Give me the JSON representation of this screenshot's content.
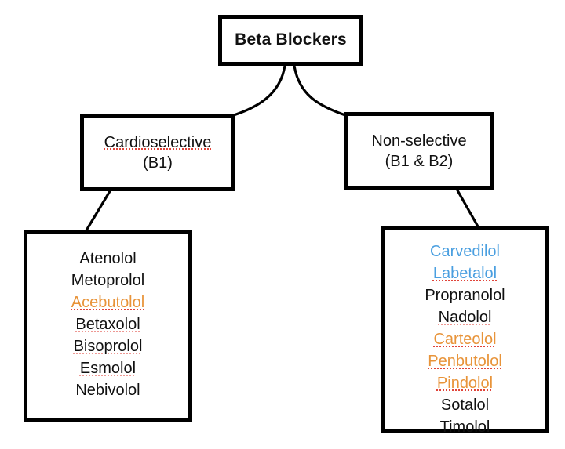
{
  "diagram": {
    "type": "hierarchy-tree",
    "background_color": "#ffffff",
    "box_border_color": "#000000",
    "connector_color": "#000000",
    "colors": {
      "default_text": "#111111",
      "orange_text": "#e8943a",
      "blue_text": "#4a9fe0",
      "spellcheck_underline": "#e0443a"
    },
    "root": {
      "label": "Beta Blockers"
    },
    "branches": [
      {
        "id": "cardioselective",
        "line_main": "Cardioselective",
        "line_sub": "(B1)",
        "main_misspelled": true,
        "drugs": [
          {
            "name": "Atenolol",
            "color": "default",
            "misspelled": false
          },
          {
            "name": "Metoprolol",
            "color": "default",
            "misspelled": false
          },
          {
            "name": "Acebutolol",
            "color": "orange",
            "misspelled": true
          },
          {
            "name": "Betaxolol",
            "color": "default",
            "misspelled": true
          },
          {
            "name": "Bisoprolol",
            "color": "default",
            "misspelled": true
          },
          {
            "name": "Esmolol",
            "color": "default",
            "misspelled": true
          },
          {
            "name": "Nebivolol",
            "color": "default",
            "misspelled": false
          }
        ]
      },
      {
        "id": "nonselective",
        "line_main": "Non-selective",
        "line_sub": "(B1 & B2)",
        "main_misspelled": false,
        "drugs": [
          {
            "name": "Carvedilol",
            "color": "blue",
            "misspelled": false
          },
          {
            "name": "Labetalol",
            "color": "blue",
            "misspelled": true
          },
          {
            "name": "Propranolol",
            "color": "default",
            "misspelled": false
          },
          {
            "name": "Nadolol",
            "color": "default",
            "misspelled": true
          },
          {
            "name": "Carteolol",
            "color": "orange",
            "misspelled": true
          },
          {
            "name": "Penbutolol",
            "color": "orange",
            "misspelled": true
          },
          {
            "name": "Pindolol",
            "color": "orange",
            "misspelled": true
          },
          {
            "name": "Sotalol",
            "color": "default",
            "misspelled": false
          },
          {
            "name": "Timolol",
            "color": "default",
            "misspelled": false
          }
        ]
      }
    ]
  }
}
